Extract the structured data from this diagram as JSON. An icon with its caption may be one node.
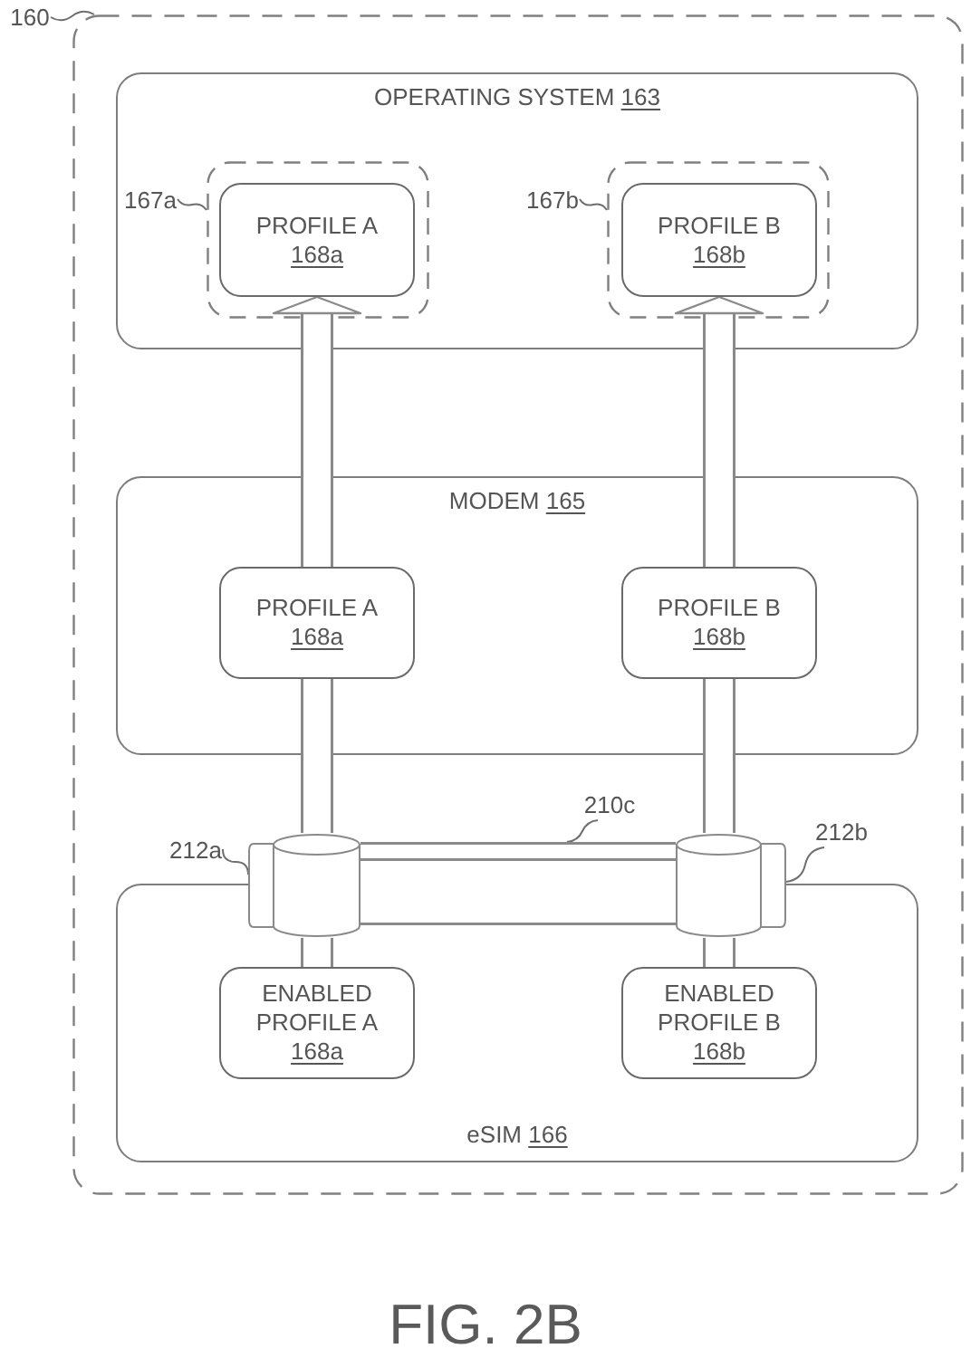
{
  "diagram": {
    "caption": "FIG. 2B",
    "nodes": [
      {
        "text": [
          "160"
        ]
      },
      {
        "text": [],
        "shape": "box"
      },
      {
        "text": [
          "OPERATING SYSTEM 163"
        ],
        "in": 1
      },
      {
        "text": [
          "167a"
        ],
        "in": 2
      },
      {
        "text": [],
        "shape": "box",
        "in": 2
      },
      {
        "text": [
          "PROFILE A 168a"
        ],
        "in": 4
      },
      {
        "text": [
          "167b"
        ],
        "in": 2
      },
      {
        "text": [],
        "shape": "box",
        "in": 2
      },
      {
        "text": [
          "PROFILE B 168b"
        ],
        "in": 7
      },
      {
        "text": [
          "MODEM 165"
        ],
        "in": 1
      },
      {
        "text": [
          "PROFILE A 168a"
        ],
        "in": 9
      },
      {
        "text": [
          "PROFILE B 168b"
        ],
        "in": 9
      },
      {
        "text": [
          "210c"
        ],
        "in": 1
      },
      {
        "text": [
          "212a"
        ],
        "in": 1
      },
      {
        "text": [],
        "shape": "cylinder",
        "in": 1
      },
      {
        "text": [
          "212b"
        ],
        "in": 1
      },
      {
        "text": [],
        "shape": "cylinder",
        "in": 1
      },
      {
        "text": [
          "eSIM 166"
        ],
        "in": 1
      },
      {
        "text": [
          "ENABLED PROFILE A 168a"
        ],
        "in": 17
      },
      {
        "text": [
          "ENABLED PROFILE B 168b"
        ],
        "in": 17
      }
    ],
    "edges": [
      {
        "from": 0,
        "to": 1,
        "arrow": "none"
      },
      {
        "from": 3,
        "to": 4,
        "arrow": "none"
      },
      {
        "from": 6,
        "to": 7,
        "arrow": "none"
      },
      {
        "from": 10,
        "to": 5,
        "arrow": "to",
        "style": "thick"
      },
      {
        "from": 11,
        "to": 8,
        "arrow": "to",
        "style": "thick"
      },
      {
        "from": 14,
        "to": 10,
        "arrow": "none",
        "style": "thick"
      },
      {
        "from": 16,
        "to": 11,
        "arrow": "none",
        "style": "thick"
      },
      {
        "from": 12,
        "to": null,
        "arrow": "none"
      },
      {
        "from": 13,
        "to": 14,
        "arrow": "none"
      },
      {
        "from": 14,
        "to": 16,
        "arrow": "none",
        "style": "thick"
      },
      {
        "from": 15,
        "to": 16,
        "arrow": "none"
      },
      {
        "from": 18,
        "to": 14,
        "arrow": "none",
        "style": "thick"
      },
      {
        "from": 19,
        "to": 16,
        "arrow": "none",
        "style": "thick"
      }
    ]
  }
}
